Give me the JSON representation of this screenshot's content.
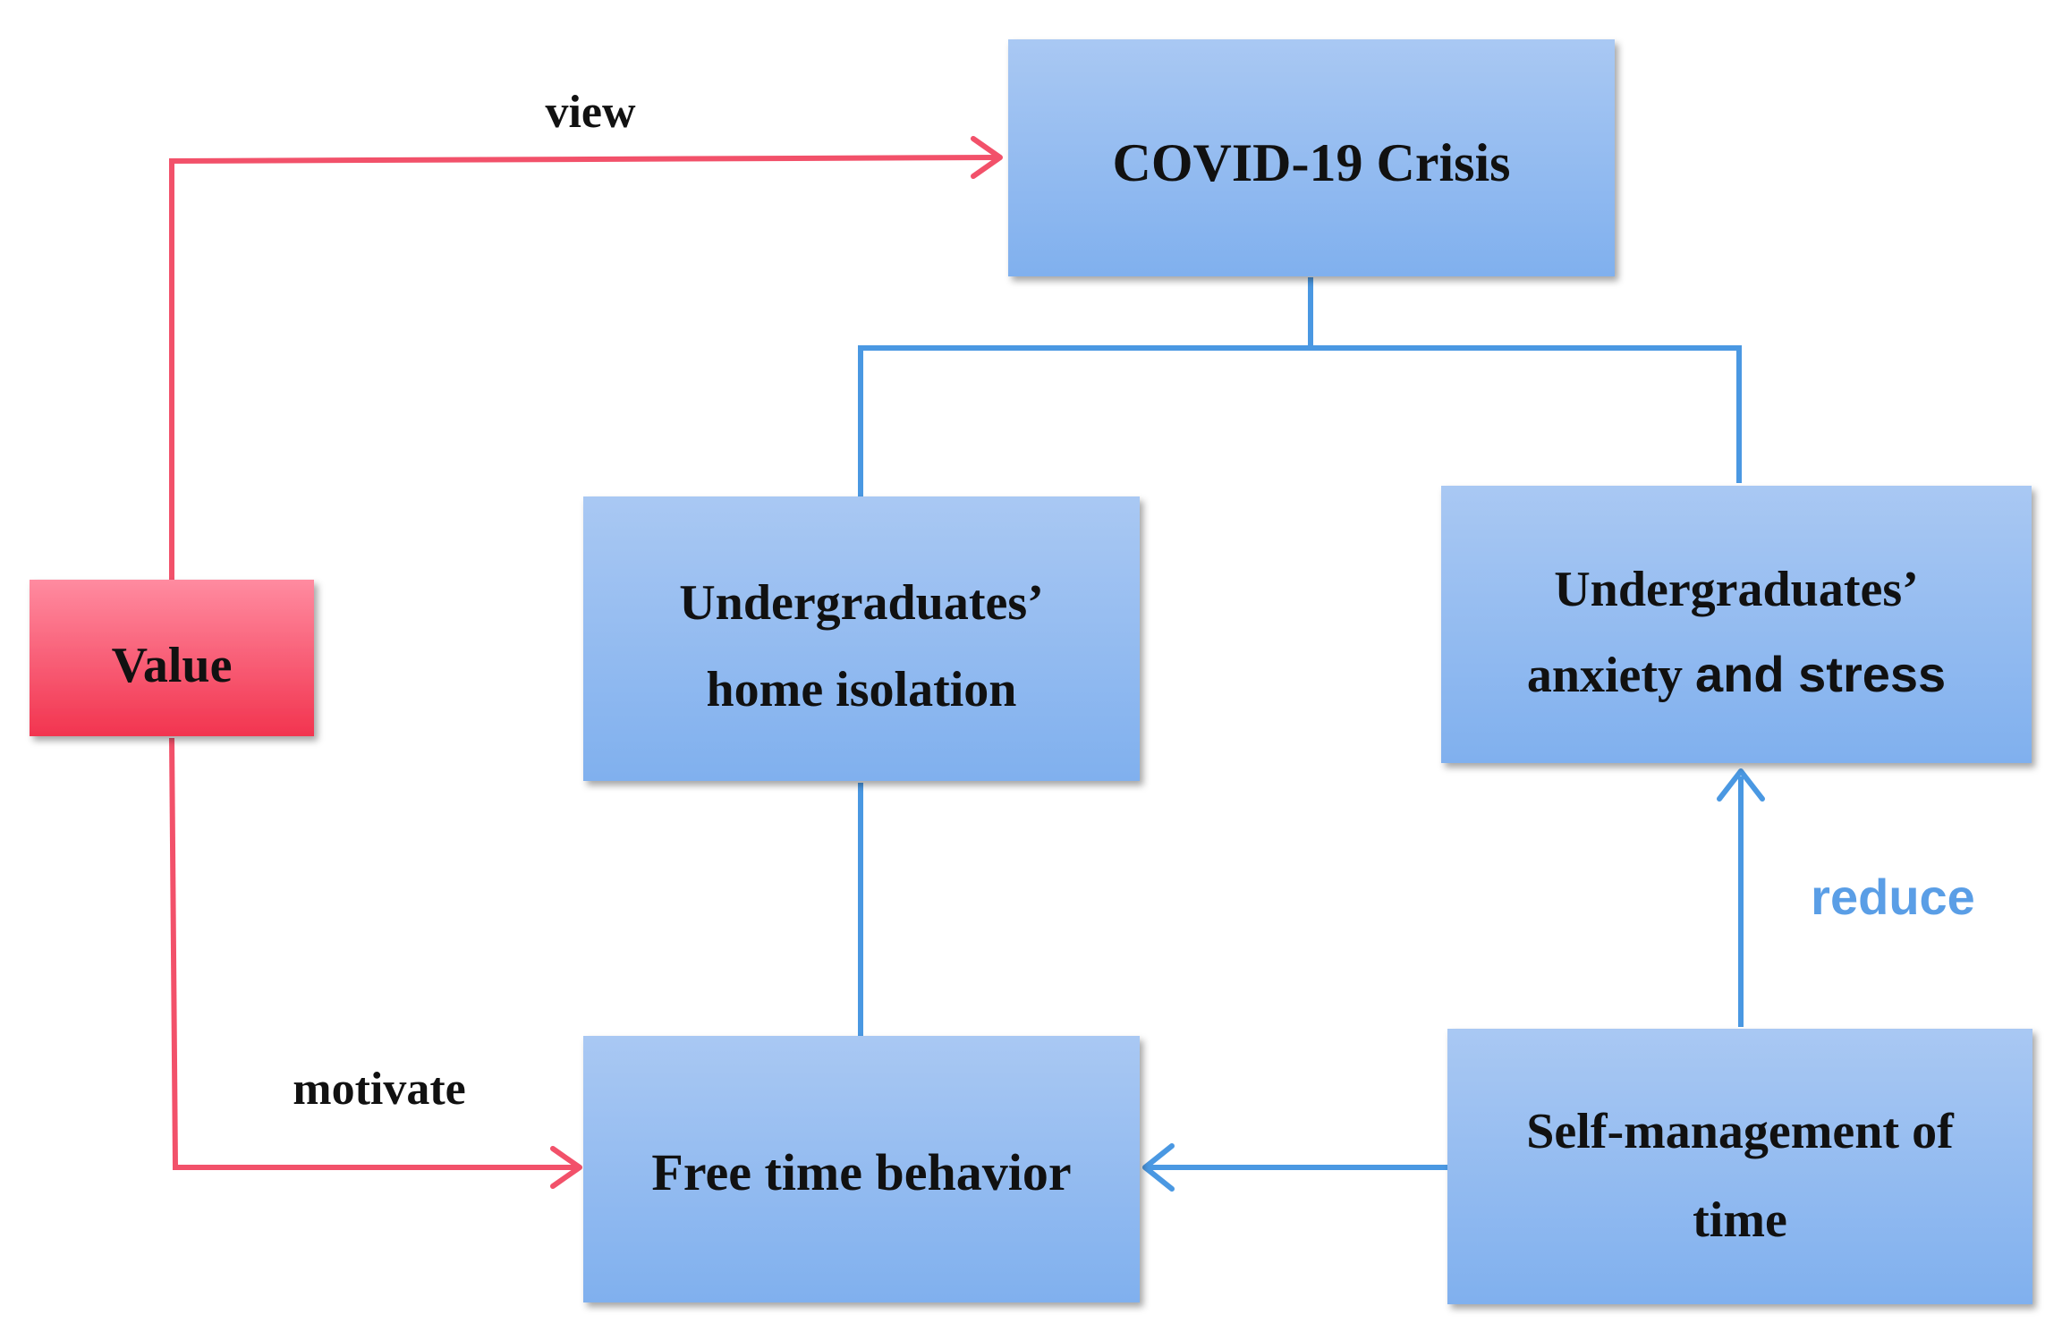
{
  "nodes": {
    "covid": {
      "label": "COVID-19 Crisis"
    },
    "value": {
      "label": "Value"
    },
    "home_isolation": {
      "line1": "Undergraduates’",
      "line2": "home isolation"
    },
    "anxiety": {
      "line1": "Undergraduates’",
      "line2a": "anxiety ",
      "line2b": "and stress"
    },
    "free_time": {
      "label": "Free time behavior"
    },
    "self_management": {
      "line1": "Self-management of",
      "line2": "time"
    }
  },
  "edges": {
    "view": {
      "label": "view"
    },
    "motivate": {
      "label": "motivate"
    },
    "reduce": {
      "label": "reduce"
    }
  },
  "colors": {
    "blue_box_top": "#a9c8f3",
    "blue_box_bottom": "#80b0ee",
    "red_box_top": "#ff8ba0",
    "red_box_bottom": "#f2344f",
    "blue_line": "#4a98e2",
    "red_line": "#f2516a",
    "reduce_text": "#5a9ee6"
  }
}
